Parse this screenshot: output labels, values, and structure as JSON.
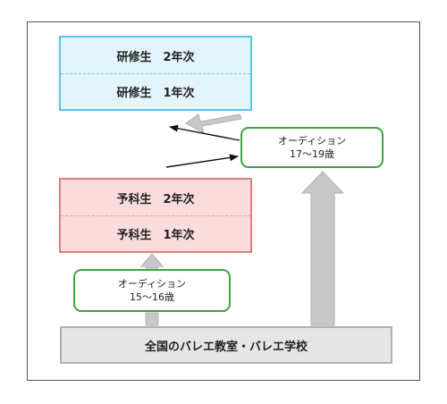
{
  "kenshu": {
    "year2": "研修生　2年次",
    "year1": "研修生　1年次"
  },
  "yoka": {
    "year2": "予科生　2年次",
    "year1": "予科生　1年次"
  },
  "audition_top": {
    "title": "オーディション",
    "ages": "17〜19歳"
  },
  "audition_bottom": {
    "title": "オーディション",
    "ages": "15〜16歳"
  },
  "base": {
    "label": "全国のバレエ教室・バレエ学校"
  },
  "colors": {
    "kenshu_fill": "#e3f4fc",
    "kenshu_border": "#5cc3e8",
    "yoka_fill": "#fbdcdc",
    "yoka_border": "#e37e7e",
    "audition_border": "#3fa243",
    "base_fill": "#e6e6e6",
    "gray_arrow": "#c8c8c8"
  }
}
